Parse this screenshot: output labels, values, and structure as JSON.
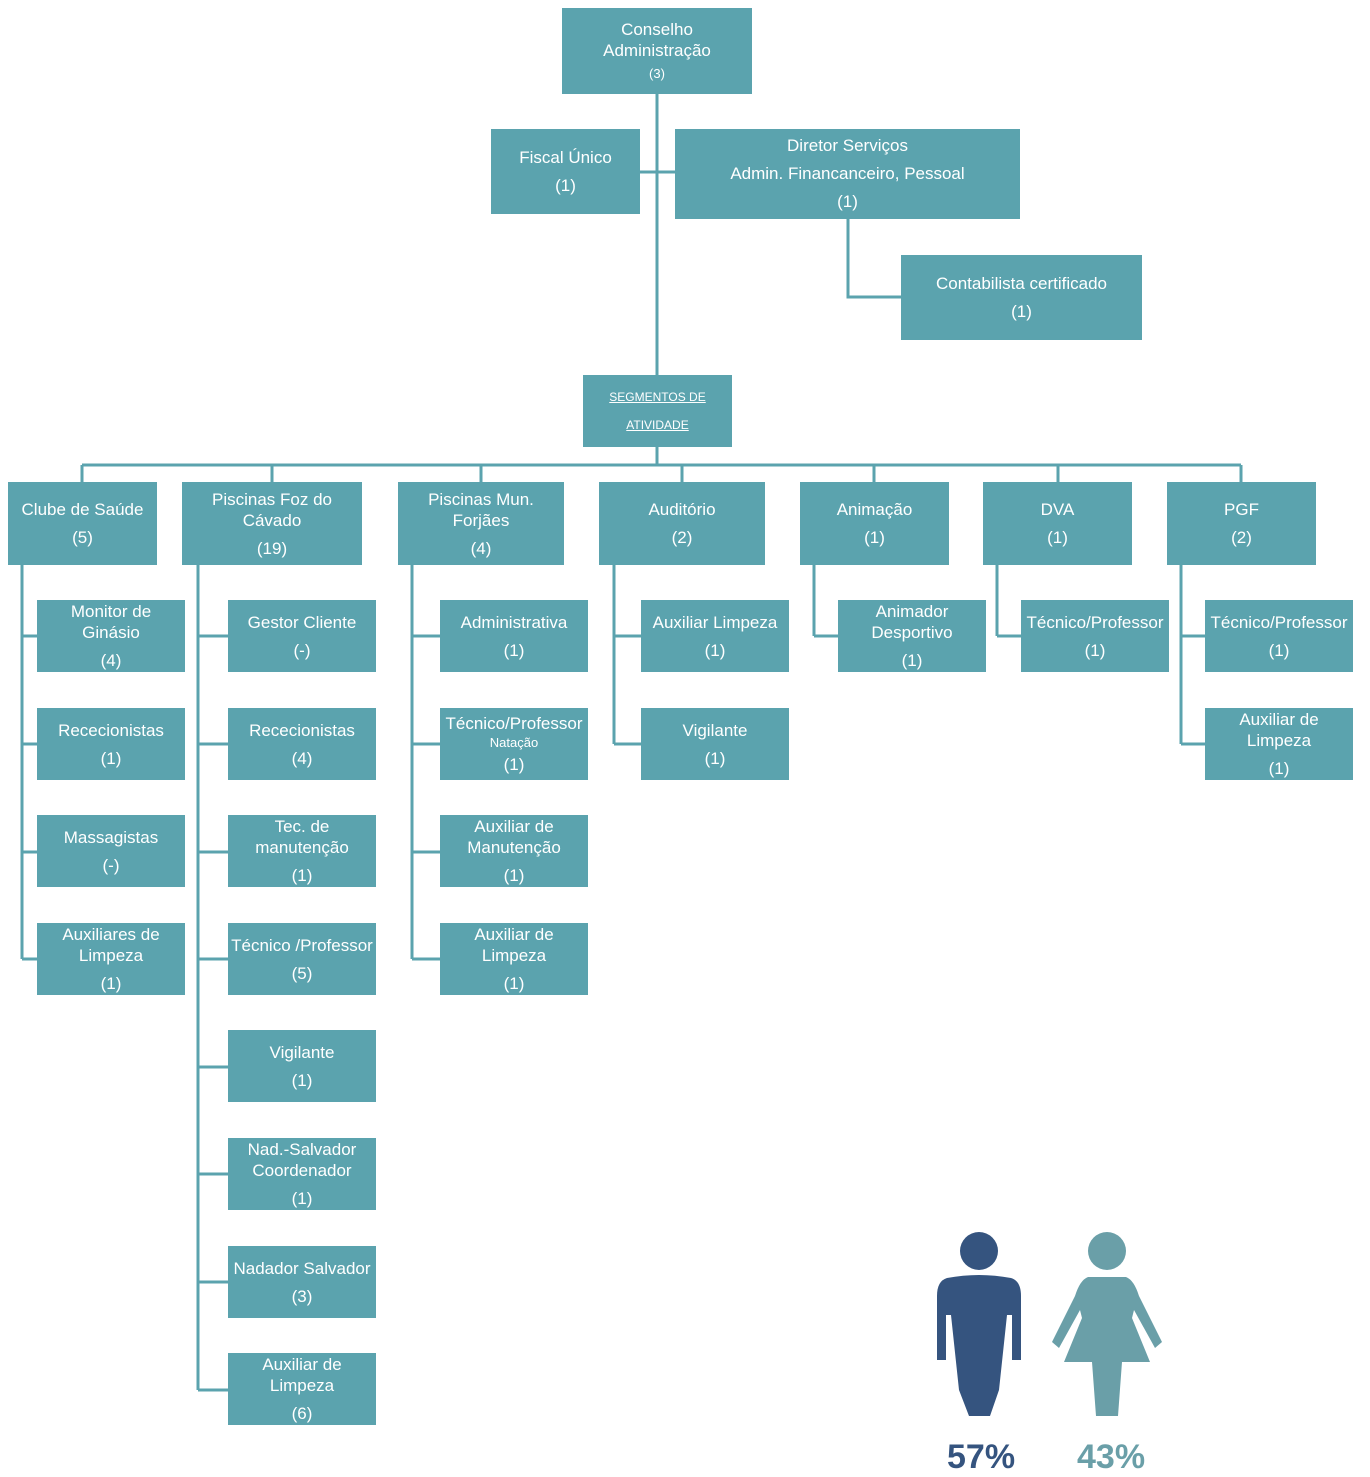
{
  "top": {
    "conselho": {
      "title": "Conselho\nAdministração",
      "count": "(3)"
    },
    "fiscal": {
      "title": "Fiscal Único",
      "count": "(1)"
    },
    "diretor": {
      "title": "Diretor Serviços\nAdmin. Financanceiro, Pessoal",
      "count": "(1)"
    },
    "contabilista": {
      "title": "Contabilista certificado",
      "count": "(1)"
    },
    "segmentos": {
      "title": "SEGMENTOS DE\nATIVIDADE"
    }
  },
  "segments": [
    {
      "title": "Clube de Saúde",
      "count": "(5)",
      "children": [
        {
          "title": "Monitor de\nGinásio",
          "count": "(4)"
        },
        {
          "title": "Rececionistas",
          "count": "(1)"
        },
        {
          "title": "Massagistas",
          "count": "(-)"
        },
        {
          "title": "Auxiliares de\nLimpeza",
          "count": "(1)"
        }
      ]
    },
    {
      "title": "Piscinas Foz do\nCávado",
      "count": "(19)",
      "children": [
        {
          "title": "Gestor Cliente",
          "count": "(-)"
        },
        {
          "title": "Rececionistas",
          "count": "(4)"
        },
        {
          "title": "Tec. de\nmanutenção",
          "count": "(1)"
        },
        {
          "title": "Técnico /Professor",
          "count": "(5)"
        },
        {
          "title": "Vigilante",
          "count": "(1)"
        },
        {
          "title": "Nad.-Salvador\nCoordenador",
          "count": "(1)"
        },
        {
          "title": "Nadador Salvador",
          "count": "(3)"
        },
        {
          "title": "Auxiliar de\nLimpeza",
          "count": "(6)"
        }
      ]
    },
    {
      "title": "Piscinas Mun.\nForjães",
      "count": "(4)",
      "children": [
        {
          "title": "Administrativa",
          "count": "(1)"
        },
        {
          "title": "Técnico/Professor",
          "subtitle": "Natação",
          "count": "(1)"
        },
        {
          "title": "Auxiliar de\nManutenção",
          "count": "(1)"
        },
        {
          "title": "Auxiliar de\nLimpeza",
          "count": "(1)"
        }
      ]
    },
    {
      "title": "Auditório",
      "count": "(2)",
      "children": [
        {
          "title": "Auxiliar Limpeza",
          "count": "(1)"
        },
        {
          "title": "Vigilante",
          "count": "(1)"
        }
      ]
    },
    {
      "title": "Animação",
      "count": "(1)",
      "children": [
        {
          "title": "Animador\nDesportivo",
          "count": "(1)"
        }
      ]
    },
    {
      "title": "DVA",
      "count": "(1)",
      "children": [
        {
          "title": "Técnico/Professor",
          "count": "(1)"
        }
      ]
    },
    {
      "title": "PGF",
      "count": "(2)",
      "children": [
        {
          "title": "Técnico/Professor",
          "count": "(1)"
        },
        {
          "title": "Auxiliar de\nLimpeza",
          "count": "(1)"
        }
      ]
    }
  ],
  "gender": {
    "male_pct": "57%",
    "female_pct": "43%",
    "male_fraction": 0.57,
    "female_fraction": 0.43,
    "male_color": "#35547f",
    "female_color": "#6a9fa8"
  },
  "colors": {
    "box": "#5ba3ae",
    "line": "#5ba3ae"
  }
}
